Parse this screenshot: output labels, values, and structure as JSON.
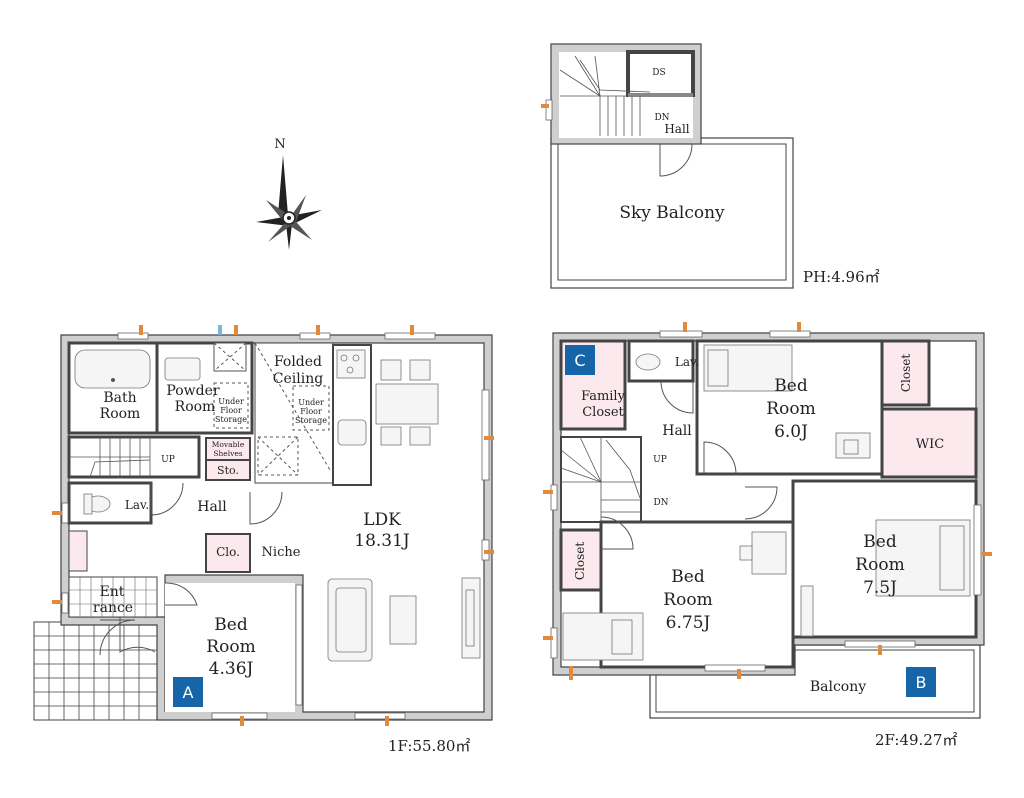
{
  "compass": {
    "north_label": "N"
  },
  "ph": {
    "area": "PH:4.96㎡",
    "rooms": {
      "ds": "DS",
      "dn": "DN",
      "hall": "Hall",
      "sky_balcony": "Sky Balcony"
    }
  },
  "f1": {
    "area": "1F:55.80㎡",
    "tag": "A",
    "rooms": {
      "bath_1": "Bath",
      "bath_2": "Room",
      "powder_1": "Powder",
      "powder_2": "Room",
      "ufs1_1": "Under",
      "ufs1_2": "Floor",
      "ufs1_3": "Storage",
      "folded_1": "Folded",
      "folded_2": "Ceiling",
      "ufs2_1": "Under",
      "ufs2_2": "Floor",
      "ufs2_3": "Storage",
      "up": "UP",
      "movable_1": "Movable",
      "movable_2": "Shelves",
      "sto": "Sto.",
      "lav": "Lav.",
      "hall": "Hall",
      "clo": "Clo.",
      "niche": "Niche",
      "ent_1": "Ent",
      "ent_2": "rance",
      "ldk_1": "LDK",
      "ldk_2": "18.31J",
      "bed_1": "Bed",
      "bed_2": "Room",
      "bed_3": "4.36J"
    }
  },
  "f2": {
    "area": "2F:49.27㎡",
    "tag_c": "C",
    "tag_b": "B",
    "rooms": {
      "lav": "Lav.",
      "family_1": "Family",
      "family_2": "Closet",
      "hall": "Hall",
      "up": "UP",
      "dn": "DN",
      "bedA_1": "Bed",
      "bedA_2": "Room",
      "bedA_3": "6.0J",
      "closet_top": "Closet",
      "wic": "WIC",
      "closet_left": "Closet",
      "bedB_1": "Bed",
      "bedB_2": "Room",
      "bedB_3": "6.75J",
      "bedC_1": "Bed",
      "bedC_2": "Room",
      "bedC_3": "7.5J",
      "balcony": "Balcony"
    }
  }
}
